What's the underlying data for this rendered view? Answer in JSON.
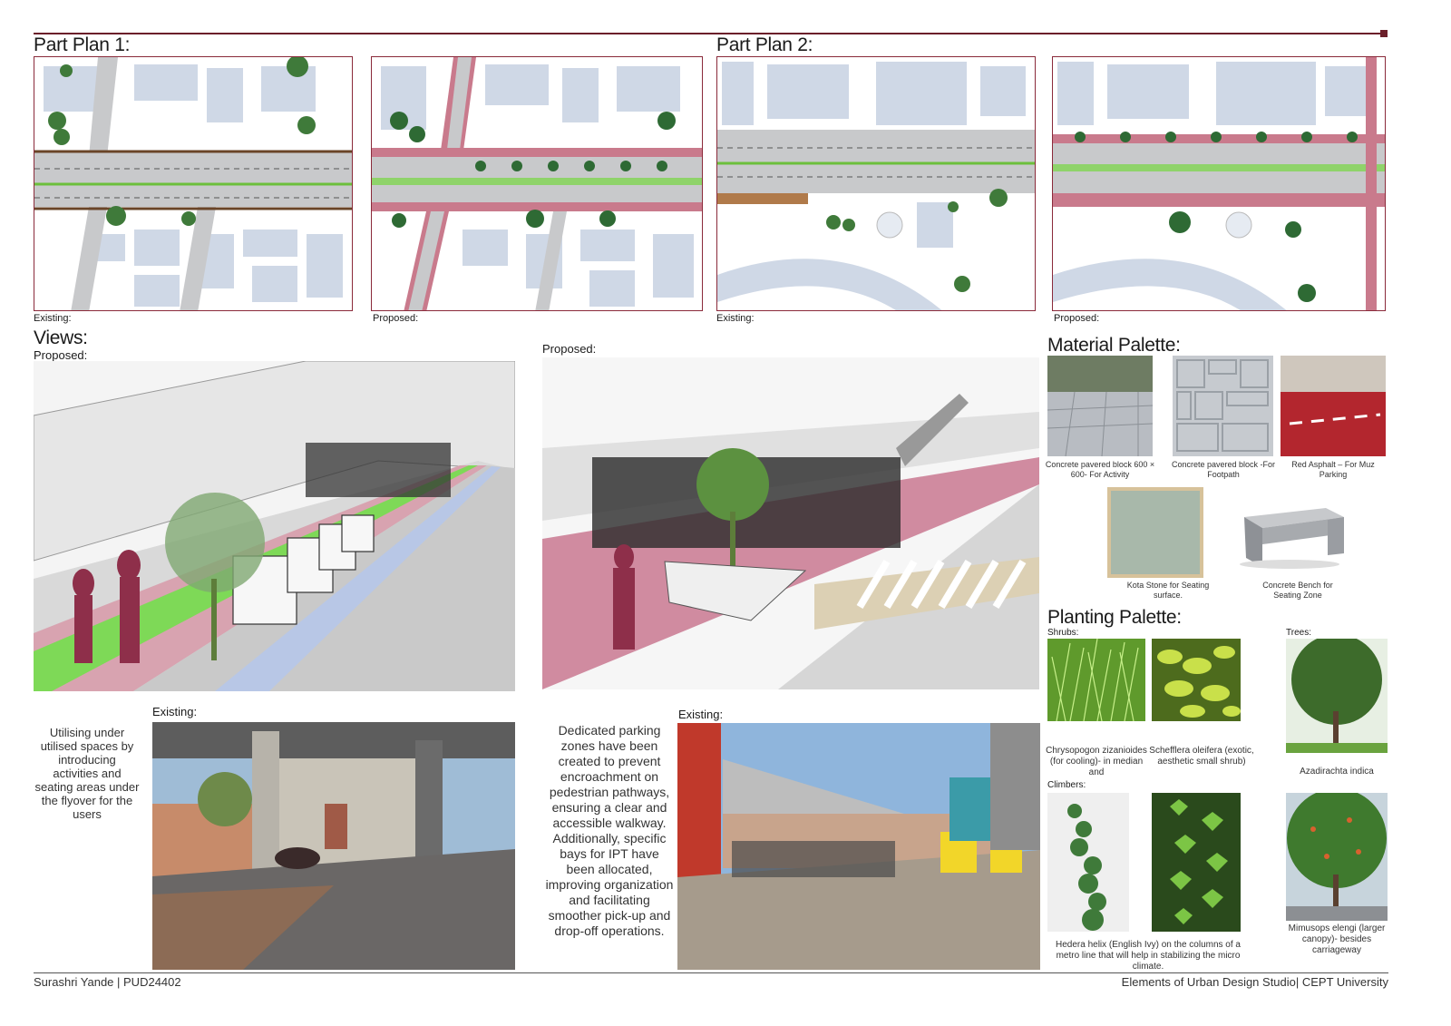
{
  "headings": {
    "part_plan_1": "Part Plan 1:",
    "part_plan_2": "Part Plan 2:",
    "views": "Views:",
    "material_palette": "Material Palette:",
    "planting_palette": "Planting Palette:"
  },
  "plan_captions": {
    "p1_existing": "Existing:",
    "p1_proposed": "Proposed:",
    "p2_existing": "Existing:",
    "p2_proposed": "Proposed:"
  },
  "view_captions": {
    "left_proposed": "Proposed:",
    "right_proposed": "Proposed:",
    "left_existing": "Existing:",
    "right_existing": "Existing:"
  },
  "descriptions": {
    "left": "Utilising under utilised spaces by introducing activities and seating areas under the flyover for the users",
    "right": "Dedicated parking zones have been created to prevent encroachment on pedestrian pathways, ensuring a clear and accessible walkway. Additionally, specific bays for IPT have been allocated, improving organization and facilitating smoother pick-up and drop-off operations."
  },
  "materials": {
    "m1": "Concrete pavered block 600 × 600- For Activity",
    "m2": "Concrete pavered block -For Footpath",
    "m3": "Red Asphalt – For Muz Parking",
    "m4": "Kota Stone for Seating surface.",
    "m5": "Concrete Bench for Seating Zone"
  },
  "planting": {
    "shrubs_label": "Shrubs:",
    "trees_label": "Trees:",
    "climbers_label": "Climbers:",
    "shrub1": "Chrysopogon zizanioides (for cooling)- in median and",
    "shrub2": "Schefflera oleifera (exotic, aesthetic small shrub)",
    "tree1": "Azadirachta indica",
    "climber1": "Hedera helix (English Ivy) on the columns of a metro line that will help in stabilizing the micro climate.",
    "tree2": "Mimusops elengi (larger canopy)- besides carriageway"
  },
  "footer": {
    "left": "Surashri Yande | PUD24402",
    "right": "Elements of Urban Design Studio| CEPT University"
  },
  "colors": {
    "accent": "#6b1f2a",
    "pink_path": "#c97a8c",
    "green": "#7ac44a",
    "road": "#c8c9cb",
    "building": "#cfd8e6"
  }
}
